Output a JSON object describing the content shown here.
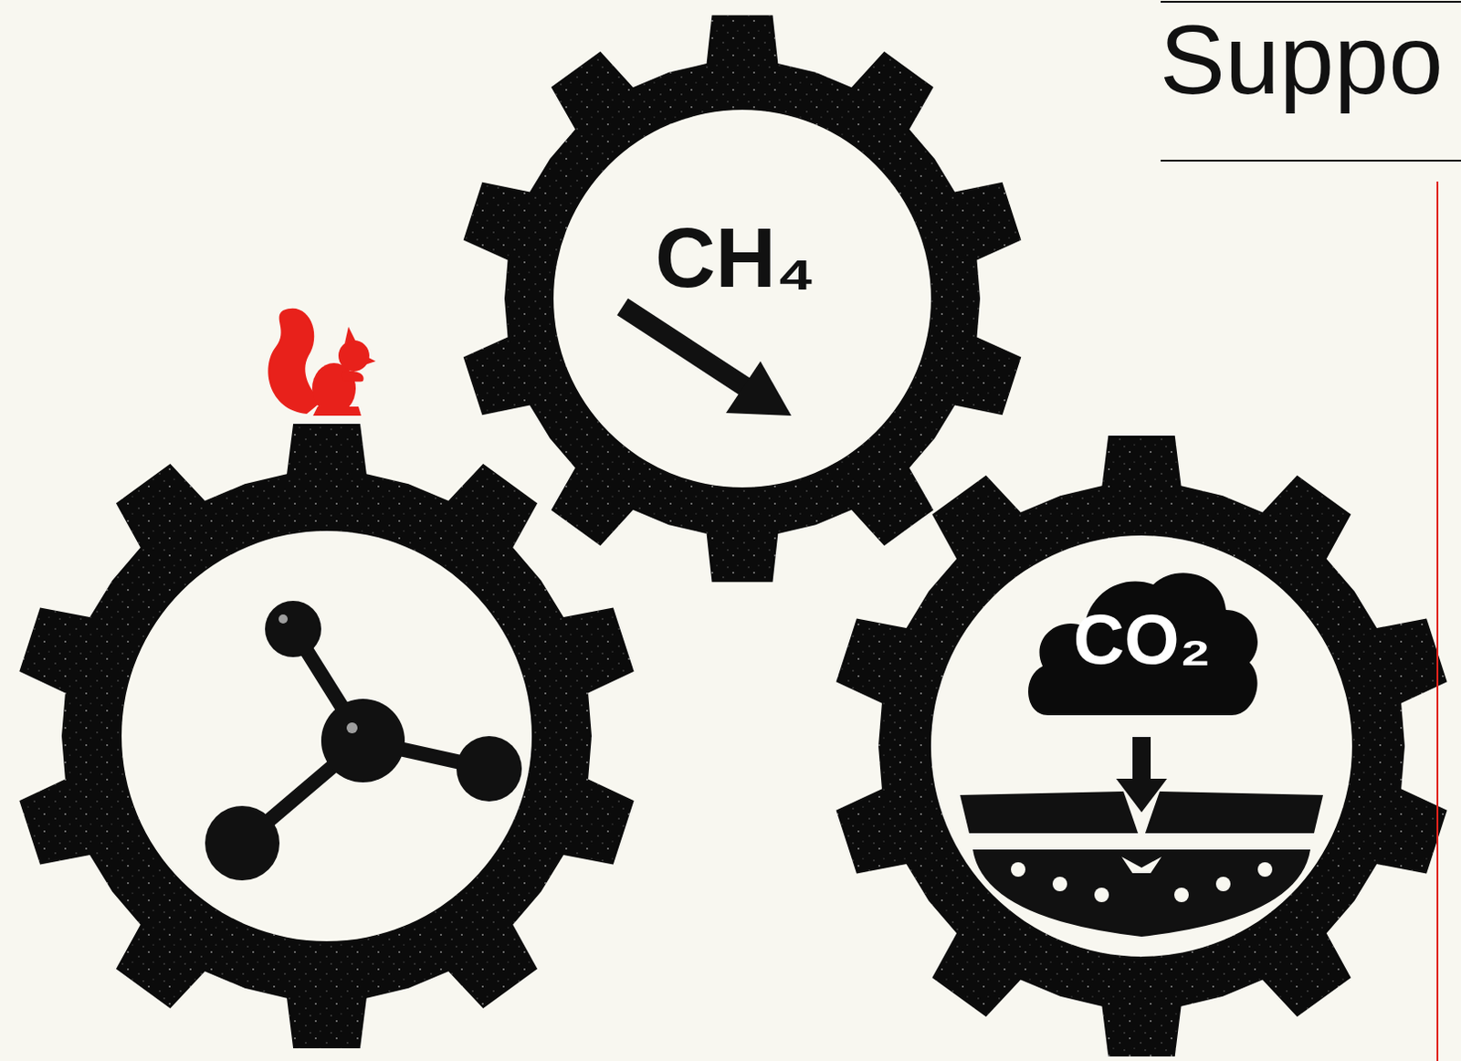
{
  "diagram": {
    "title": "Suppo",
    "nodes": [
      {
        "text": [
          "CH₄"
        ]
      },
      {
        "text": [
          "CO₂"
        ]
      }
    ]
  }
}
